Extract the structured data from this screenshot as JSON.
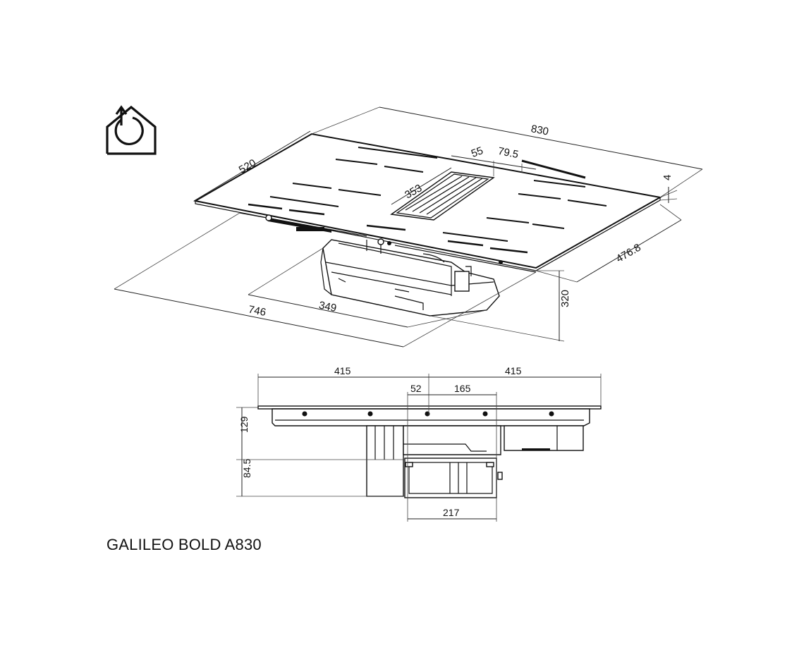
{
  "product_name": "GALILEO BOLD A830",
  "icon": "eco-home-cycle-icon",
  "dimensions_top_view": {
    "width": "830",
    "depth": "520",
    "vent_offset": "55",
    "vent_width": "79.5",
    "vent_length": "353",
    "glass_thickness": "4",
    "cutout_depth": "476.8",
    "cutout_width": "746",
    "box_width": "349",
    "height": "320"
  },
  "dimensions_side_view": {
    "left_half": "415",
    "right_half": "415",
    "offset": "52",
    "span": "165",
    "upper_height": "129",
    "lower_height": "84.5",
    "unit_width": "217"
  }
}
